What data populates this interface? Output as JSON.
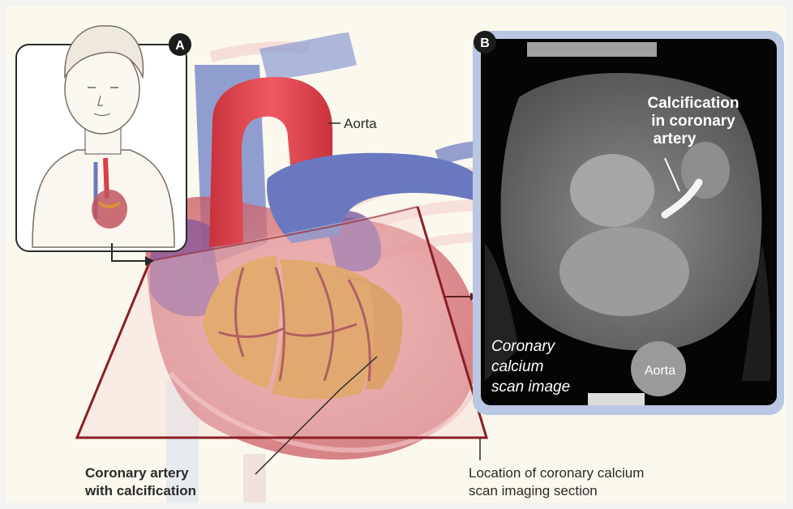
{
  "panel_a": {
    "badge": "A"
  },
  "panel_b": {
    "badge": "B",
    "calcification_label": [
      "Calcification",
      "in coronary",
      "artery"
    ],
    "aorta_label": "Aorta",
    "caption": [
      "Coronary",
      "calcium",
      "scan image"
    ]
  },
  "labels": {
    "aorta": "Aorta",
    "coronary_artery": [
      "Coronary artery",
      "with calcification"
    ],
    "scan_location": [
      "Location of coronary calcium",
      "scan imaging section"
    ]
  },
  "colors": {
    "background": "#f3f3f1",
    "heart_red": "#d8404a",
    "vessel_blue": "#6f7fc0",
    "muscle_orange": "#d8903e",
    "ct_frame": "#b9c7e2",
    "section_line": "#8a1e24"
  }
}
